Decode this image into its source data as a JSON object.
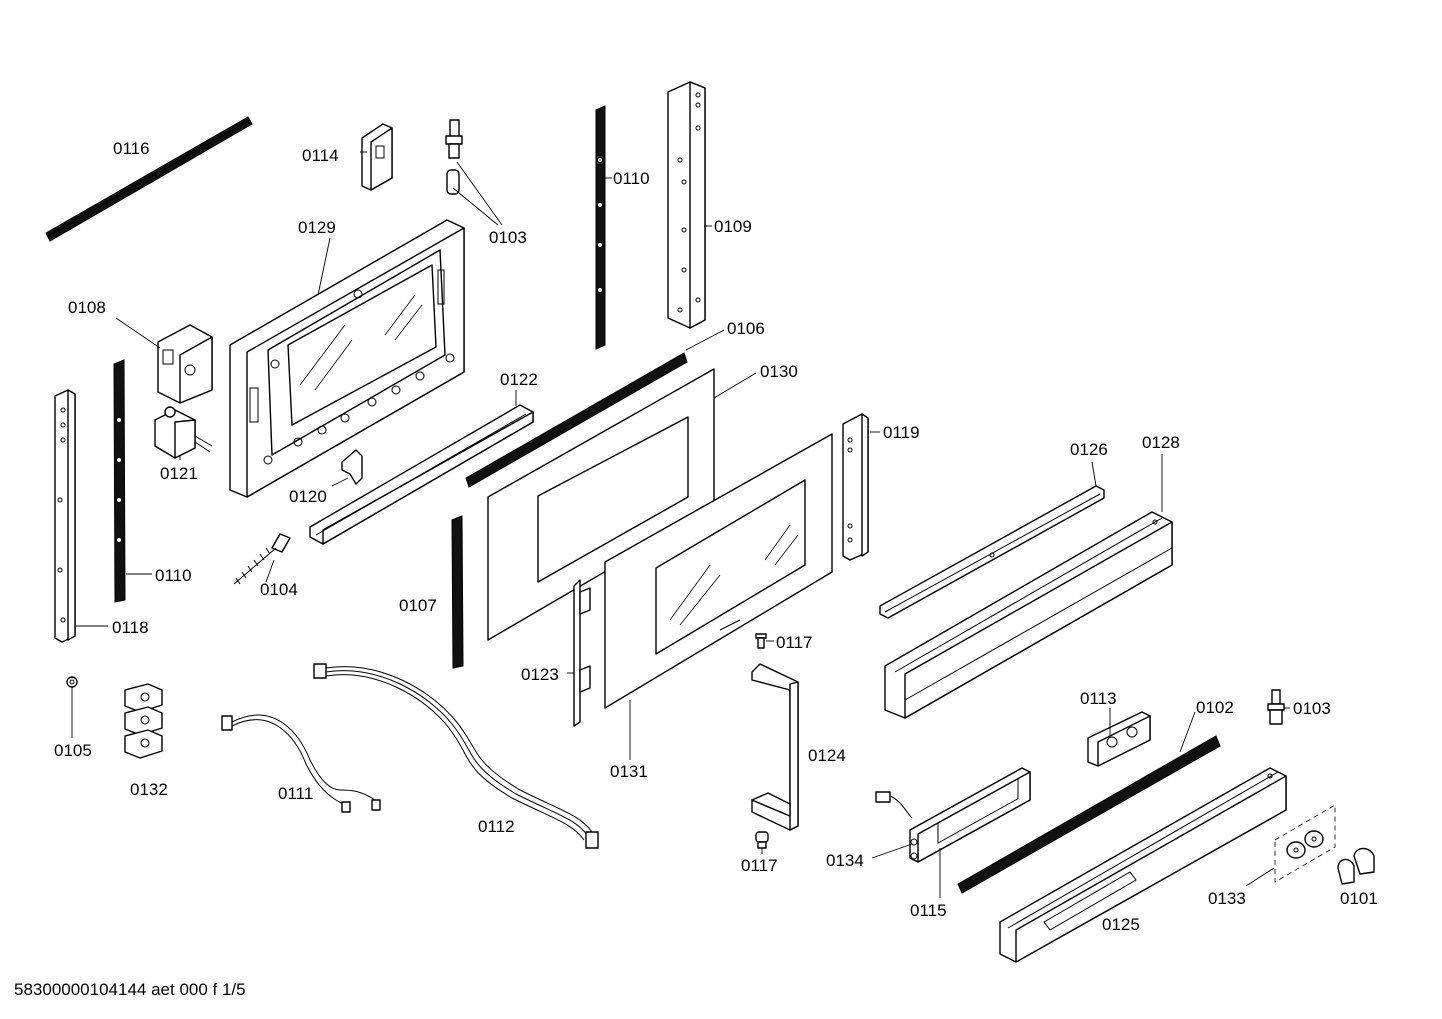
{
  "parts": [
    {
      "id": "p0116",
      "label": "0116"
    },
    {
      "id": "p0114",
      "label": "0114"
    },
    {
      "id": "p0103a",
      "label": "0103"
    },
    {
      "id": "p0110a",
      "label": "0110"
    },
    {
      "id": "p0109",
      "label": "0109"
    },
    {
      "id": "p0129",
      "label": "0129"
    },
    {
      "id": "p0108",
      "label": "0108"
    },
    {
      "id": "p0106",
      "label": "0106"
    },
    {
      "id": "p0130",
      "label": "0130"
    },
    {
      "id": "p0122",
      "label": "0122"
    },
    {
      "id": "p0121",
      "label": "0121"
    },
    {
      "id": "p0120",
      "label": "0120"
    },
    {
      "id": "p0119",
      "label": "0119"
    },
    {
      "id": "p0126",
      "label": "0126"
    },
    {
      "id": "p0128",
      "label": "0128"
    },
    {
      "id": "p0110b",
      "label": "0110"
    },
    {
      "id": "p0104",
      "label": "0104"
    },
    {
      "id": "p0107",
      "label": "0107"
    },
    {
      "id": "p0118",
      "label": "0118"
    },
    {
      "id": "p0117a",
      "label": "0117"
    },
    {
      "id": "p0123",
      "label": "0123"
    },
    {
      "id": "p0113",
      "label": "0113"
    },
    {
      "id": "p0102",
      "label": "0102"
    },
    {
      "id": "p0103b",
      "label": "0103"
    },
    {
      "id": "p0105",
      "label": "0105"
    },
    {
      "id": "p0124",
      "label": "0124"
    },
    {
      "id": "p0131",
      "label": "0131"
    },
    {
      "id": "p0132",
      "label": "0132"
    },
    {
      "id": "p0111",
      "label": "0111"
    },
    {
      "id": "p0112",
      "label": "0112"
    },
    {
      "id": "p0134",
      "label": "0134"
    },
    {
      "id": "p0117b",
      "label": "0117"
    },
    {
      "id": "p0115",
      "label": "0115"
    },
    {
      "id": "p0133",
      "label": "0133"
    },
    {
      "id": "p0101",
      "label": "0101"
    },
    {
      "id": "p0125",
      "label": "0125"
    }
  ],
  "footer": "58300000104144 aet 000 f 1/5"
}
